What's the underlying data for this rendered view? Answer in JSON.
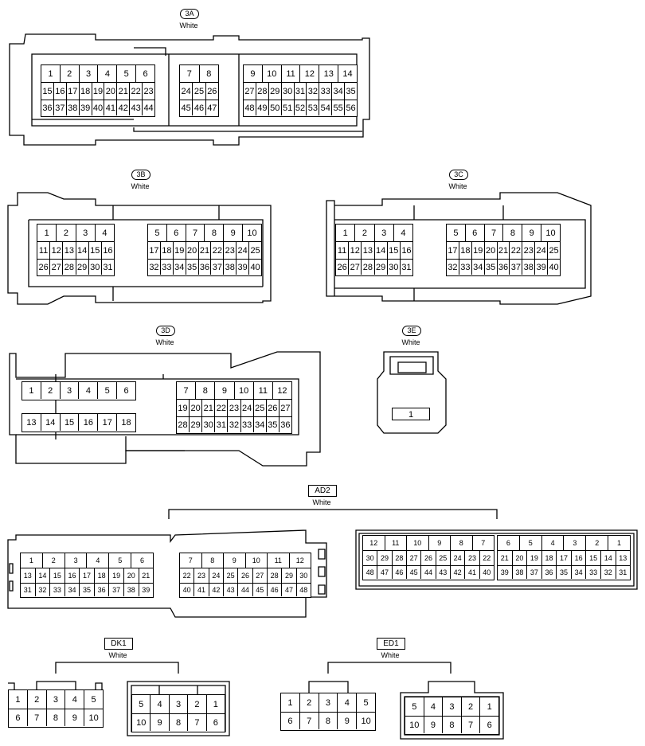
{
  "connectors": {
    "c3A": {
      "code": "3A",
      "color": "White",
      "rows_left": [
        [
          "1",
          "2",
          "3",
          "4",
          "5",
          "6"
        ],
        [
          "15",
          "16",
          "17",
          "18",
          "19",
          "20",
          "21",
          "22",
          "23"
        ],
        [
          "36",
          "37",
          "38",
          "39",
          "40",
          "41",
          "42",
          "43",
          "44"
        ]
      ],
      "rows_mid": [
        [
          "7",
          "8"
        ],
        [
          "24",
          "25",
          "26"
        ],
        [
          "45",
          "46",
          "47"
        ]
      ],
      "rows_right": [
        [
          "9",
          "10",
          "11",
          "12",
          "13",
          "14"
        ],
        [
          "27",
          "28",
          "29",
          "30",
          "31",
          "32",
          "33",
          "34",
          "35"
        ],
        [
          "48",
          "49",
          "50",
          "51",
          "52",
          "53",
          "54",
          "55",
          "56"
        ]
      ]
    },
    "c3B": {
      "code": "3B",
      "color": "White",
      "rows_left": [
        [
          "1",
          "2",
          "3",
          "4"
        ],
        [
          "11",
          "12",
          "13",
          "14",
          "15",
          "16"
        ],
        [
          "26",
          "27",
          "28",
          "29",
          "30",
          "31"
        ]
      ],
      "rows_right": [
        [
          "5",
          "6",
          "7",
          "8",
          "9",
          "10"
        ],
        [
          "17",
          "18",
          "19",
          "20",
          "21",
          "22",
          "23",
          "24",
          "25"
        ],
        [
          "32",
          "33",
          "34",
          "35",
          "36",
          "37",
          "38",
          "39",
          "40"
        ]
      ]
    },
    "c3C": {
      "code": "3C",
      "color": "White",
      "rows_left": [
        [
          "1",
          "2",
          "3",
          "4"
        ],
        [
          "11",
          "12",
          "13",
          "14",
          "15",
          "16"
        ],
        [
          "26",
          "27",
          "28",
          "29",
          "30",
          "31"
        ]
      ],
      "rows_right": [
        [
          "5",
          "6",
          "7",
          "8",
          "9",
          "10"
        ],
        [
          "17",
          "18",
          "19",
          "20",
          "21",
          "22",
          "23",
          "24",
          "25"
        ],
        [
          "32",
          "33",
          "34",
          "35",
          "36",
          "37",
          "38",
          "39",
          "40"
        ]
      ]
    },
    "c3D": {
      "code": "3D",
      "color": "White",
      "row_top": [
        "1",
        "2",
        "3",
        "4",
        "5",
        "6"
      ],
      "row_bottom": [
        "13",
        "14",
        "15",
        "16",
        "17",
        "18"
      ],
      "rows_right": [
        [
          "7",
          "8",
          "9",
          "10",
          "11",
          "12"
        ],
        [
          "19",
          "20",
          "21",
          "22",
          "23",
          "24",
          "25",
          "26",
          "27"
        ],
        [
          "28",
          "29",
          "30",
          "31",
          "32",
          "33",
          "34",
          "35",
          "36"
        ]
      ]
    },
    "c3E": {
      "code": "3E",
      "color": "White",
      "pin": "1"
    },
    "AD2": {
      "code": "AD2",
      "color": "White",
      "left_a": [
        [
          "1",
          "2",
          "3",
          "4",
          "5",
          "6"
        ],
        [
          "13",
          "14",
          "15",
          "16",
          "17",
          "18",
          "19",
          "20",
          "21"
        ],
        [
          "31",
          "32",
          "33",
          "34",
          "35",
          "36",
          "37",
          "38",
          "39"
        ]
      ],
      "left_b": [
        [
          "7",
          "8",
          "9",
          "10",
          "11",
          "12"
        ],
        [
          "22",
          "23",
          "24",
          "25",
          "26",
          "27",
          "28",
          "29",
          "30"
        ],
        [
          "40",
          "41",
          "42",
          "43",
          "44",
          "45",
          "46",
          "47",
          "48"
        ]
      ],
      "right_a": [
        [
          "12",
          "11",
          "10",
          "9",
          "8",
          "7"
        ],
        [
          "30",
          "29",
          "28",
          "27",
          "26",
          "25",
          "24",
          "23",
          "22"
        ],
        [
          "48",
          "47",
          "46",
          "45",
          "44",
          "43",
          "42",
          "41",
          "40"
        ]
      ],
      "right_b": [
        [
          "6",
          "5",
          "4",
          "3",
          "2",
          "1"
        ],
        [
          "21",
          "20",
          "19",
          "18",
          "17",
          "16",
          "15",
          "14",
          "13"
        ],
        [
          "39",
          "38",
          "37",
          "36",
          "35",
          "34",
          "33",
          "32",
          "31"
        ]
      ]
    },
    "DK1": {
      "code": "DK1",
      "color": "White",
      "left": [
        [
          "1",
          "2",
          "3",
          "4",
          "5"
        ],
        [
          "6",
          "7",
          "8",
          "9",
          "10"
        ]
      ],
      "right": [
        [
          "5",
          "4",
          "3",
          "2",
          "1"
        ],
        [
          "10",
          "9",
          "8",
          "7",
          "6"
        ]
      ]
    },
    "ED1": {
      "code": "ED1",
      "color": "White",
      "left": [
        [
          "1",
          "2",
          "3",
          "4",
          "5"
        ],
        [
          "6",
          "7",
          "8",
          "9",
          "10"
        ]
      ],
      "right": [
        [
          "5",
          "4",
          "3",
          "2",
          "1"
        ],
        [
          "10",
          "9",
          "8",
          "7",
          "6"
        ]
      ]
    }
  }
}
